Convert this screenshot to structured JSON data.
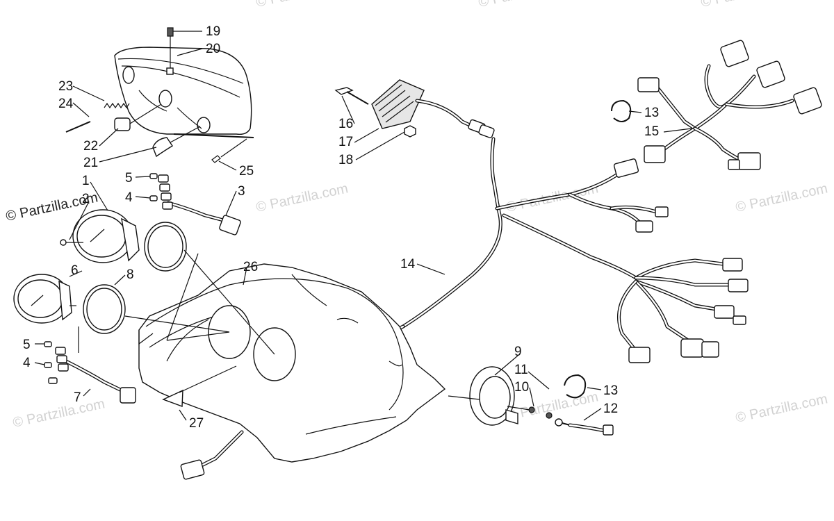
{
  "diagram": {
    "watermark_main": "© Partzilla.com",
    "watermark_faint": "© Partzilla.com",
    "callouts": [
      "19",
      "20",
      "23",
      "24",
      "22",
      "21",
      "25",
      "16",
      "17",
      "18",
      "13",
      "15",
      "1",
      "5",
      "4",
      "2",
      "3",
      "6",
      "8",
      "26",
      "14",
      "5",
      "4",
      "7",
      "27",
      "9",
      "11",
      "10",
      "13",
      "12"
    ]
  }
}
